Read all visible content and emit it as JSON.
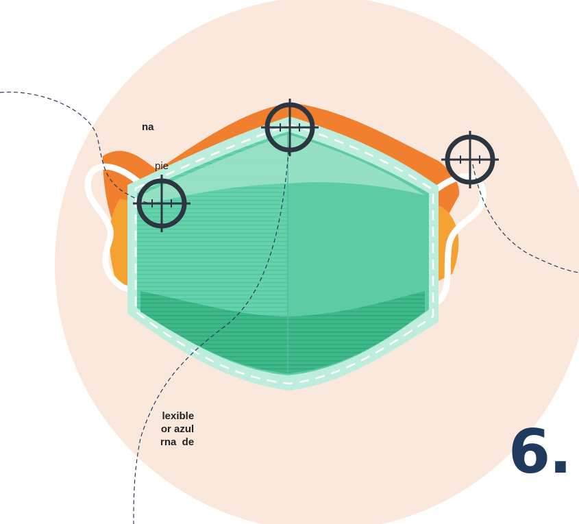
{
  "labels": {
    "top_left_line1": "na",
    "top_left_line2": "pie",
    "bottom_left_line1": "lexible",
    "bottom_left_line2": "or azul",
    "bottom_left_line3": "rna  de"
  },
  "step_number": "6.",
  "colors": {
    "background_circle": "#fbe8dc",
    "mask_front": "#5fcfa8",
    "mask_border": "#bdeedd",
    "mask_back": "#f07f2e",
    "ear_loop": "#ffffff",
    "target_icon": "#2c3640",
    "dashed_line": "#23395d",
    "step_number": "#203a5e"
  },
  "icons": [
    "target-crosshair-icon"
  ]
}
